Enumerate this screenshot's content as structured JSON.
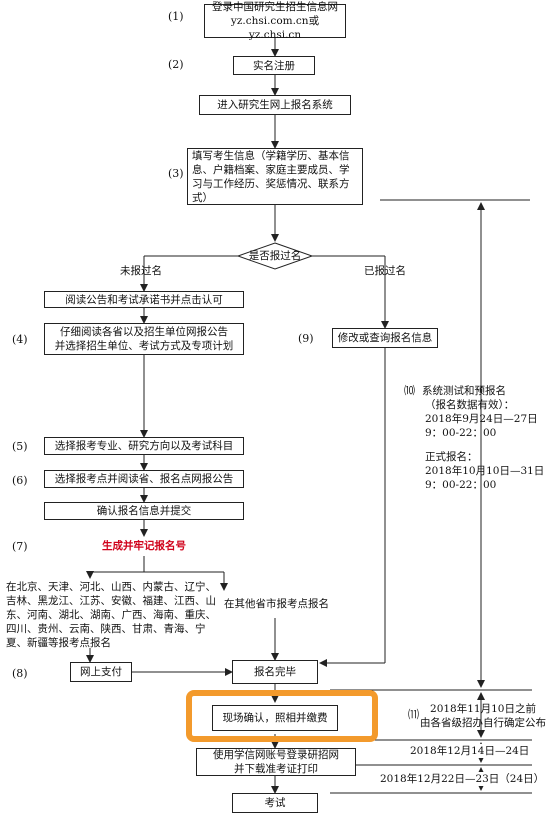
{
  "steps": {
    "login": "登录中国研究生招生信息网\nyz.chsi.com.cn或yz.chsi.cn",
    "register": "实名注册",
    "enter": "进入研究生网上报名系统",
    "fill": "填写考生信息（学籍学历、基本信息、户籍档案、家庭主要成员、学习与工作经历、奖惩情况、联系方式）",
    "decision": "是否报过名",
    "not_registered": "未报过名",
    "registered": "已报过名",
    "read_notice": "阅读公告和考试承诺书并点击认可",
    "read_province": "仔细阅读各省以及招生单位网报公告\n并选择招生单位、考试方式及专项计划",
    "modify": "修改或查询报名信息",
    "choose_major": "选择报考专业、研究方向以及考试科目",
    "choose_site": "选择报考点并阅读省、报名点网报公告",
    "confirm": "确认报名信息并提交",
    "generate_id": "生成并牢记报名号",
    "regions_list": "在北京、天津、河北、山西、内蒙古、辽宁、吉林、黑龙江、江苏、安徽、福建、江西、山东、河南、湖北、湖南、广西、海南、重庆、四川、贵州、云南、陕西、甘肃、青海、宁夏、新疆等报考点报名",
    "other_provinces": "在其他省市报考点报名",
    "online_pay": "网上支付",
    "reg_complete": "报名完毕",
    "onsite": "现场确认，照相并缴费",
    "print_ticket": "使用学信网账号登录研招网\n并下载准考证打印",
    "exam": "考试"
  },
  "numbers": {
    "n1": "(1)",
    "n2": "(2)",
    "n3": "(3)",
    "n4": "(4)",
    "n5": "(5)",
    "n6": "(6)",
    "n7": "(7)",
    "n8": "(8)",
    "n9": "(9)",
    "n10": "⑽",
    "n11": "⑾"
  },
  "notes": {
    "test_title": "系统测试和预报名",
    "test_sub": "（报名数据有效）：",
    "test_dates": "2018年9月24日—27日",
    "test_time": "9：00-22：00",
    "formal_title": "正式报名：",
    "formal_dates": "2018年10月10日—31日",
    "formal_time": "9：00-22：00",
    "confirm_note": "2018年11月10日之前\n由各省级招办自行确定公布",
    "print_dates": "2018年12月14日—24日",
    "exam_dates": "2018年12月22日—23日（24日）"
  },
  "colors": {
    "highlight": "#f39a2c",
    "red_text": "#d0021b"
  }
}
